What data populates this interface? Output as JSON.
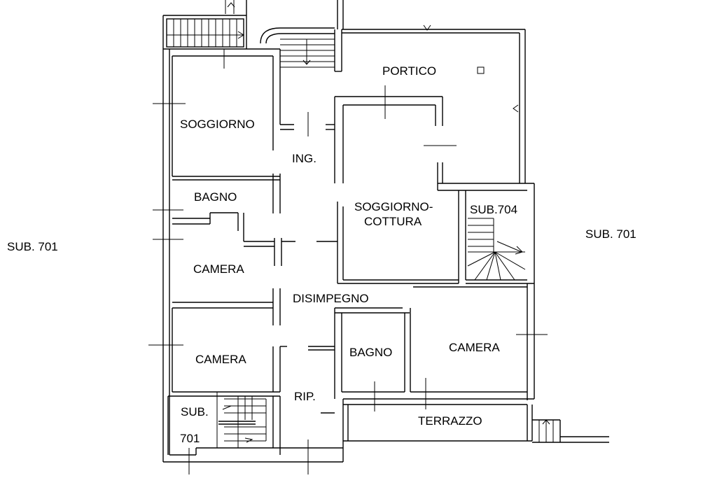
{
  "labels": {
    "portico": "PORTICO",
    "soggiorno": "SOGGIORNO",
    "ing": "ING.",
    "bagno_1": "BAGNO",
    "soggiorno_cottura_1": "SOGGIORNO-",
    "soggiorno_cottura_2": "COTTURA",
    "sub704": "SUB.704",
    "sub701_left": "SUB. 701",
    "sub701_right": "SUB. 701",
    "camera_1": "CAMERA",
    "disimpegno": "DISIMPEGNO",
    "camera_2": "CAMERA",
    "bagno_2": "BAGNO",
    "camera_3": "CAMERA",
    "rip": "RIP.",
    "sub_bottom_1": "SUB.",
    "sub_bottom_2": "701",
    "terrazzo": "TERRAZZO"
  }
}
